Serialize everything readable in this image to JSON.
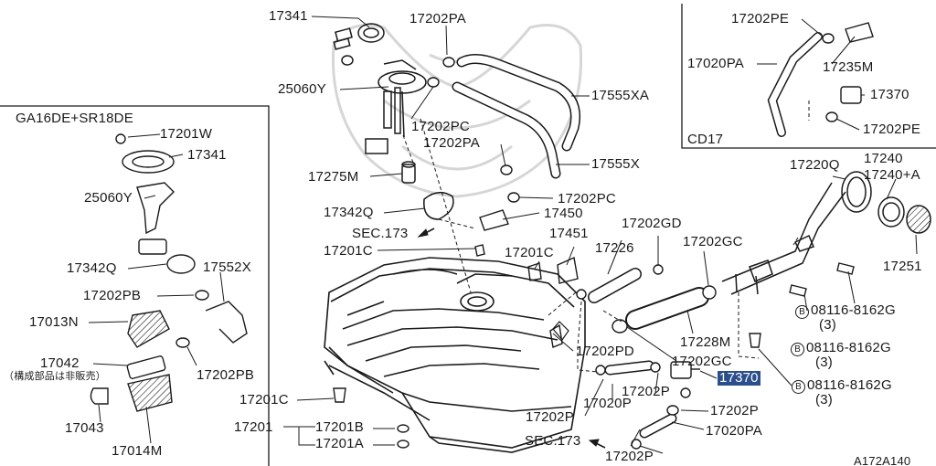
{
  "diagram": {
    "code": "A172A140",
    "inset_variant": "GA16DE+SR18DE",
    "inset_cd17": "CD17",
    "note_jp": "（構成部品は非販売）"
  },
  "labels": {
    "p17341": "17341",
    "p17202PA_top": "17202PA",
    "p25060Y": "25060Y",
    "p17202PC_top": "17202PC",
    "p17555XA": "17555XA",
    "p17202PA_mid": "17202PA",
    "p17555X": "17555X",
    "p17275M": "17275M",
    "p17202PC_mid": "17202PC",
    "p17342Q": "17342Q",
    "p17450": "17450",
    "sec173_mid": "SEC.173",
    "p17201C_left": "17201C",
    "p17451": "17451",
    "p17201C_mid": "17201C",
    "p17226": "17226",
    "p17202GD": "17202GD",
    "p17202GC_top": "17202GC",
    "p17228M": "17228M",
    "p17202PD": "17202PD",
    "p17202GC_bot": "17202GC",
    "p17370_main": "17370",
    "p17202P_a": "17202P",
    "p17020P": "17020P",
    "p17202P_b": "17202P",
    "p17202P_c": "17202P",
    "p17020PA_main": "17020PA",
    "sec173_bot": "SEC.173",
    "p17202P_d": "17202P",
    "p17201C_bot": "17201C",
    "p17201": "17201",
    "p17201B": "17201B",
    "p17201A": "17201A",
    "p17220Q": "17220Q",
    "p17240": "17240",
    "p17240A": "17240+A",
    "p17251": "17251",
    "bolt1": "08116-8162G",
    "bolt1_qty": "(3)",
    "bolt2": "08116-8162G",
    "bolt2_qty": "(3)",
    "bolt3": "08116-8162G",
    "bolt3_qty": "(3)",
    "bolt_mark": "B",
    "in_17201W": "17201W",
    "in_17341": "17341",
    "in_25060Y": "25060Y",
    "in_17342Q": "17342Q",
    "in_17552X": "17552X",
    "in_17202PB_a": "17202PB",
    "in_17013N": "17013N",
    "in_17042": "17042",
    "in_17202PB_b": "17202PB",
    "in_17043": "17043",
    "in_17014M": "17014M",
    "cd_17202PE_a": "17202PE",
    "cd_17020PA": "17020PA",
    "cd_17235M": "17235M",
    "cd_17370": "17370",
    "cd_17202PE_b": "17202PE"
  },
  "colors": {
    "ink": "#1a1a1a",
    "highlight": "#2b4f8c",
    "watermark": "#cfcfcf"
  }
}
